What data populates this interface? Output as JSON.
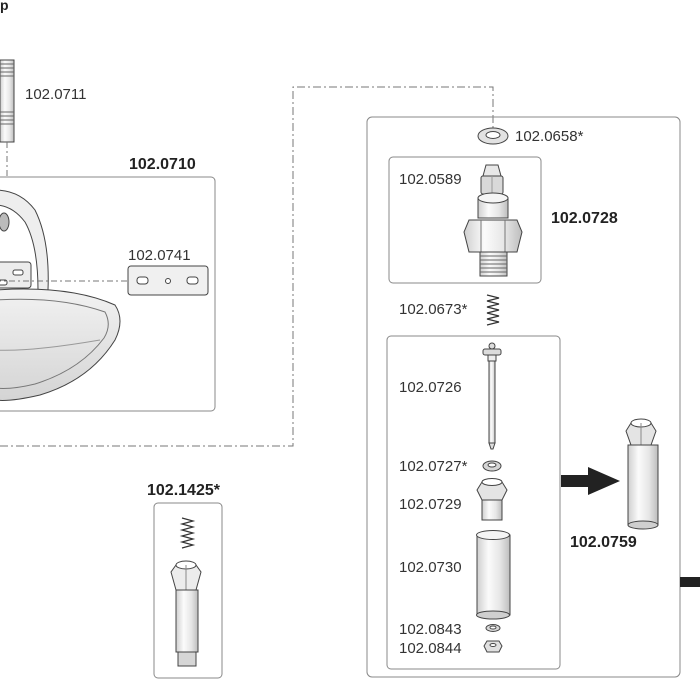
{
  "parts": {
    "p_0711": "102.0711",
    "p_0710": "102.0710",
    "p_0741": "102.0741",
    "p_1425": "102.1425*",
    "p_0658": "102.0658*",
    "p_0589": "102.0589",
    "p_0728": "102.0728",
    "p_0673": "102.0673*",
    "p_0726": "102.0726",
    "p_0727": "102.0727*",
    "p_0729": "102.0729",
    "p_0730": "102.0730",
    "p_0843": "102.0843",
    "p_0844": "102.0844",
    "p_0759": "102.0759"
  },
  "colors": {
    "line": "#555555",
    "box": "#888888",
    "part_fill": "#f4f4f4",
    "part_shade": "#d8d8d8",
    "arrow": "#222222"
  }
}
